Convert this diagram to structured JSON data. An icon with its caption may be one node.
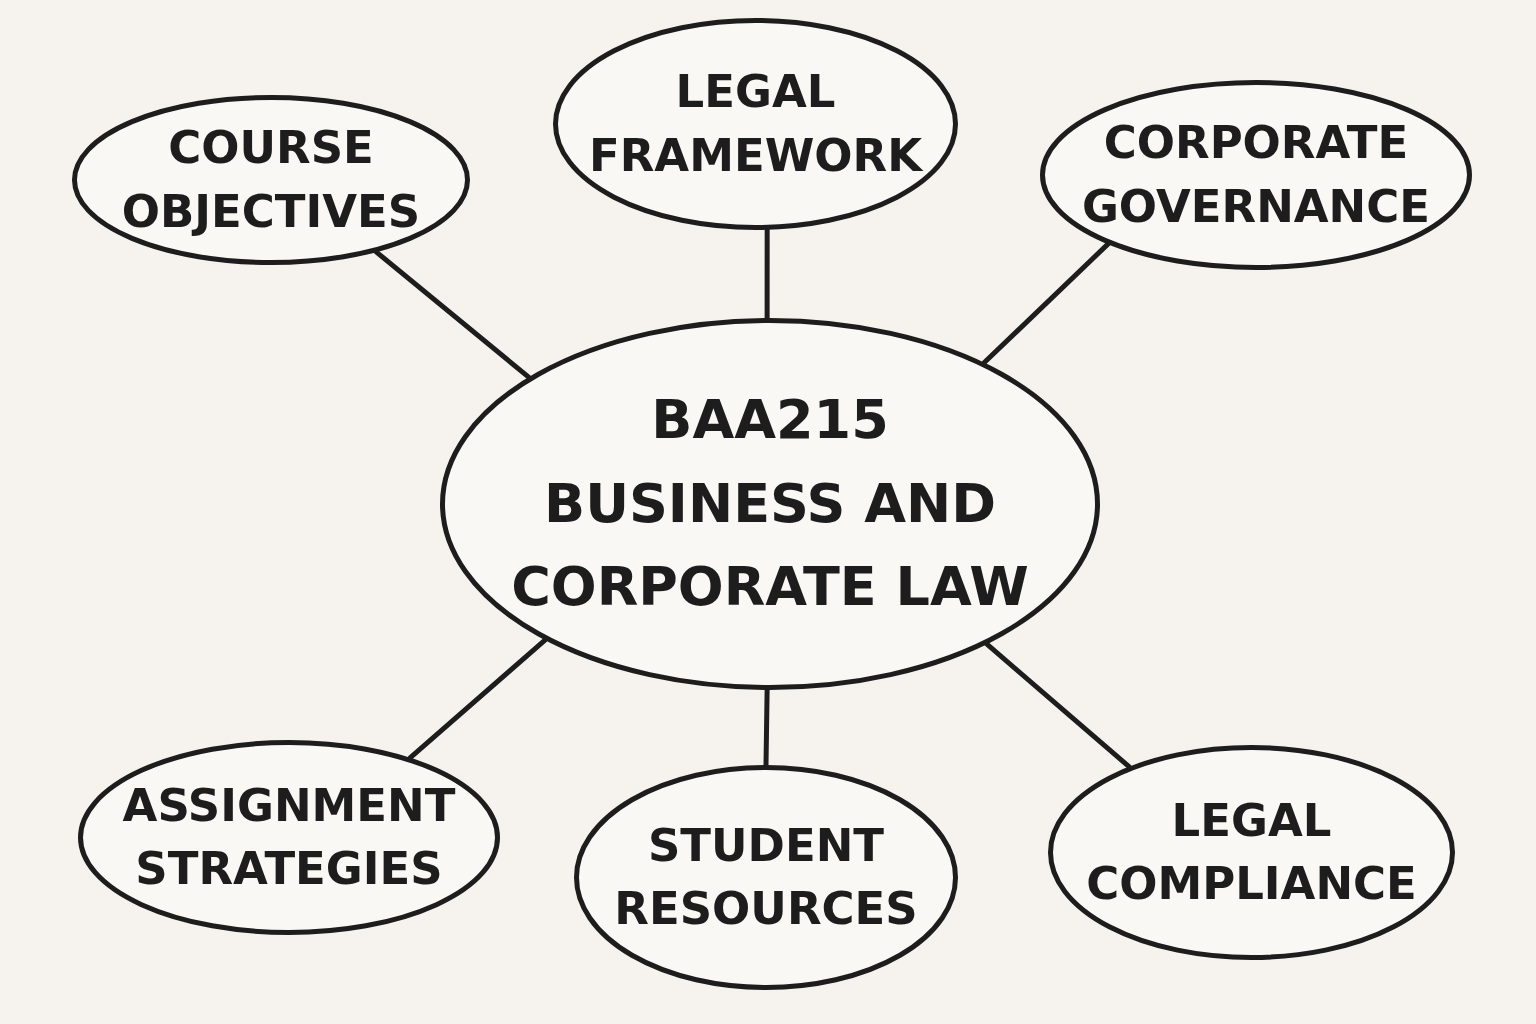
{
  "diagram": {
    "nodes": [
      {
        "text": [
          "COURSE OBJECTIVES"
        ]
      },
      {
        "text": [
          "LEGAL FRAMEWORK"
        ]
      },
      {
        "text": [
          "CORPORATE GOVERNANCE"
        ]
      },
      {
        "text": [
          "BAA215 BUSINESS AND CORPORATE LAW"
        ]
      },
      {
        "text": [
          "ASSIGNMENT STRATEGIES"
        ]
      },
      {
        "text": [
          "STUDENT RESOURCES"
        ]
      },
      {
        "text": [
          "LEGAL COMPLIANCE"
        ]
      }
    ],
    "edges": [
      {
        "from": 3,
        "to": 0,
        "arrow": "none"
      },
      {
        "from": 3,
        "to": 1,
        "arrow": "none"
      },
      {
        "from": 3,
        "to": 2,
        "arrow": "none"
      },
      {
        "from": 3,
        "to": 4,
        "arrow": "none"
      },
      {
        "from": 3,
        "to": 5,
        "arrow": "none"
      },
      {
        "from": 3,
        "to": 6,
        "arrow": "none"
      }
    ]
  }
}
